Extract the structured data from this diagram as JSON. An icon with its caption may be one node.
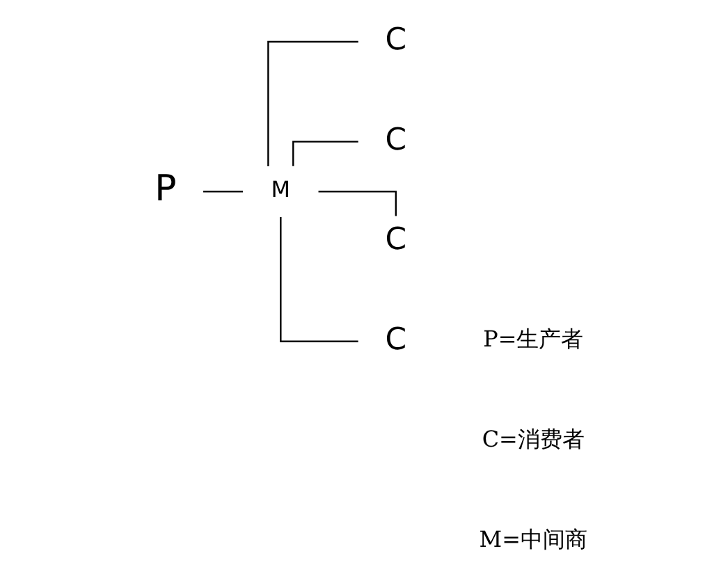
{
  "diagram": {
    "nodes": [
      {
        "text": [
          "P"
        ]
      },
      {
        "text": [
          "M"
        ]
      },
      {
        "text": [
          "C"
        ]
      },
      {
        "text": [
          "C"
        ]
      },
      {
        "text": [
          "C"
        ]
      },
      {
        "text": [
          "C"
        ]
      }
    ],
    "edges": [
      {
        "from": 0,
        "to": 1,
        "arrow": "none"
      },
      {
        "from": 1,
        "to": 2,
        "arrow": "none"
      },
      {
        "from": 1,
        "to": 3,
        "arrow": "none"
      },
      {
        "from": 1,
        "to": 4,
        "arrow": "none"
      },
      {
        "from": 1,
        "to": 5,
        "arrow": "none"
      }
    ],
    "labels": [
      "P=生产者",
      "C=消费者",
      "M=中间商"
    ]
  }
}
